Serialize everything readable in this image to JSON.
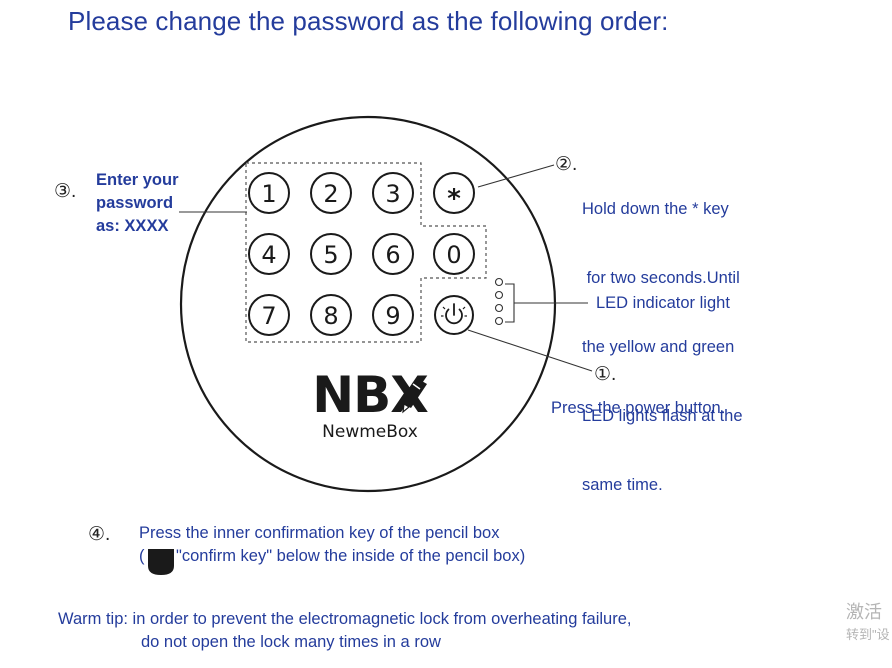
{
  "title": "Please change the password as the following order:",
  "keypad": {
    "keys": [
      "1",
      "2",
      "3",
      "*",
      "4",
      "5",
      "6",
      "0",
      "7",
      "8",
      "9"
    ],
    "power_key": "power-icon"
  },
  "logo": {
    "mark": "NBX",
    "name": "NewmeBox"
  },
  "steps": {
    "step1": {
      "marker": "①.",
      "text": "Press the power button."
    },
    "step2": {
      "marker": "②.",
      "lines": [
        "Hold down the * key",
        " for two seconds.Until",
        "the yellow and green",
        "LED lights flash at the",
        "same time."
      ]
    },
    "step3": {
      "marker": "③.",
      "lines": [
        "Enter your",
        "password",
        "as: XXXX"
      ]
    },
    "step4": {
      "marker": "④.",
      "line1": "Press the inner confirmation key of the pencil box",
      "line2_open": "(",
      "line2_rest": "\"confirm key\" below the inside of the pencil box)"
    }
  },
  "led_label": "LED indicator light",
  "warm_tip": {
    "line1": "Warm tip: in order to prevent the electromagnetic lock from overheating failure,",
    "line2": "do not open the lock many times in a row"
  },
  "watermark": {
    "line1": "激活",
    "line2": "转到\"设"
  },
  "colors": {
    "text_blue": "#243c9c",
    "line": "#1a1a1a"
  }
}
